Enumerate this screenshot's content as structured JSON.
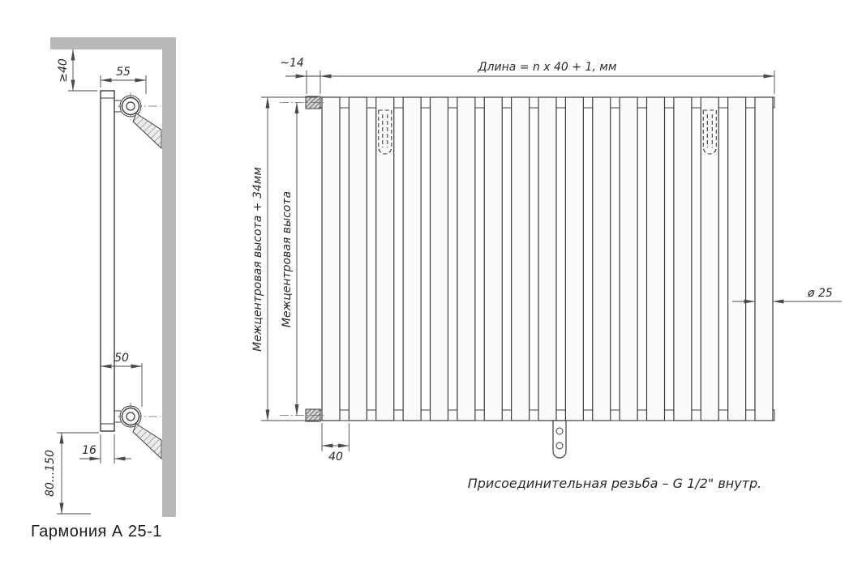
{
  "title": "Гармония  А 25-1",
  "side_view": {
    "dim_top_offset": "55",
    "dim_wall_gap": "≥40",
    "dim_bottom_offset": "50",
    "dim_depth": "16",
    "dim_floor_clearance": "80...150"
  },
  "front_view": {
    "tube_count": 17,
    "dim_end_offset": "~14",
    "dim_length": "Длина = n x 40 + 1, мм",
    "dim_outer_height": "Межцентровая высота + 34мм",
    "dim_inner_height": "Межцентровая высота",
    "dim_pitch": "40",
    "dim_diameter": "ø 25",
    "note": "Присоединительная резьба – G 1/2\" внутр."
  }
}
